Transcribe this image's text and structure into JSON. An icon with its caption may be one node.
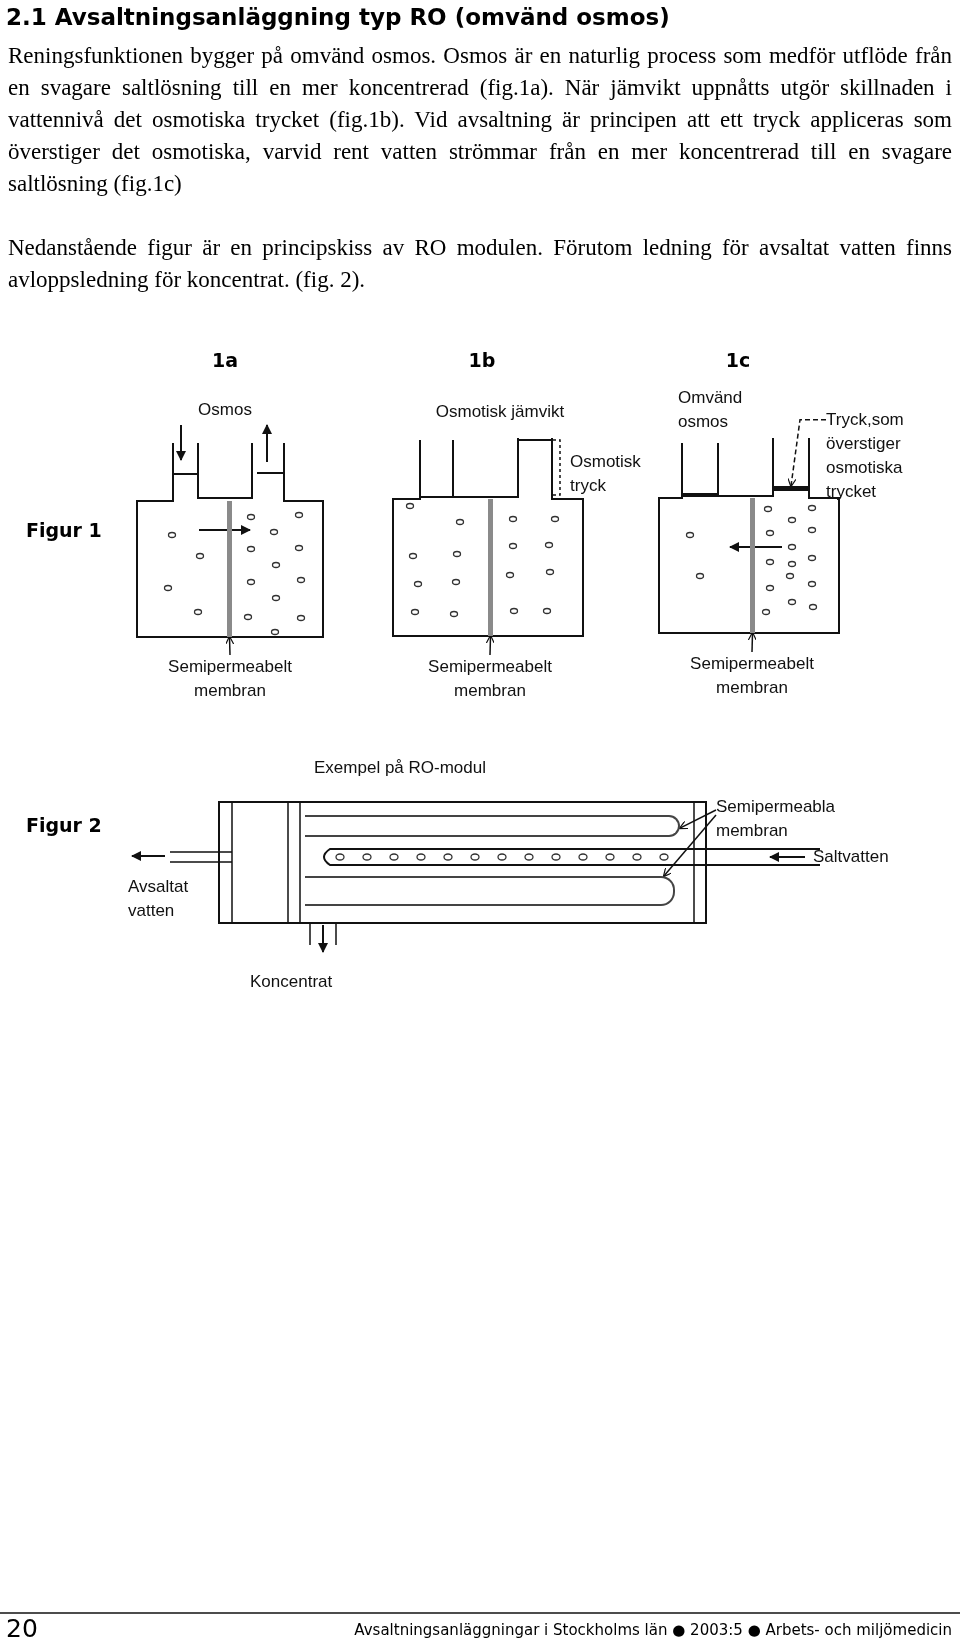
{
  "diagram": {
    "title": "2.1 Avsaltningsanläggning typ RO (omvänd osmos)",
    "nodes": [
      {
        "text": [
          "Tryck,som överstiger osmotiska trycket"
        ]
      },
      {
        "text": [],
        "shape": "bar"
      },
      {
        "text": [],
        "shape": "bar"
      },
      {
        "text": [],
        "shape": "bar"
      },
      {
        "text": [],
        "shape": "bar"
      },
      {
        "text": [
          "Semipermeabelt membran"
        ]
      },
      {
        "text": [
          "Semipermeabelt membran"
        ]
      },
      {
        "text": [
          "Semipermeabelt membran"
        ]
      },
      {
        "text": [
          "Semipermeabla membran"
        ]
      },
      {
        "text": [],
        "shape": "box"
      },
      {
        "text": [],
        "shape": "box"
      }
    ],
    "edges": [
      {
        "from": 0,
        "to": 1,
        "arrow": "to",
        "style": "dashed"
      },
      {
        "from": 5,
        "to": 2,
        "arrow": "to"
      },
      {
        "from": 6,
        "to": 3,
        "arrow": "to"
      },
      {
        "from": 7,
        "to": 4,
        "arrow": "to"
      },
      {
        "from": 8,
        "to": 9,
        "arrow": "to"
      },
      {
        "from": 8,
        "to": 10,
        "arrow": "to"
      }
    ],
    "labels": [
      "Reningsfunktionen bygger på omvänd osmos. Osmos är en naturlig process som medför utflöde från en svagare saltlösning till en mer koncentrerad (fig.1a). När jämvikt uppnåtts utgör skillnaden i vattennivå det osmotiska trycket (fig.1b). Vid avsaltning är principen att ett tryck appliceras som överstiger det osmotiska, varvid rent vatten strömmar från en mer koncentrerad till en svagare saltlösning (fig.1c)",
      "Nedanstående figur är en principskiss av RO modulen. Förutom ledning för avsaltat vatten finns avloppsledning för koncentrat. (fig. 2).",
      "1a",
      "1b",
      "1c",
      "Omvänd osmos",
      "Osmos",
      "Osmotisk jämvikt",
      "Osmotisk tryck",
      "Figur 1",
      "Exempel på RO-modul",
      "Figur 2",
      "Saltvatten",
      "Avsaltat vatten",
      "Koncentrat",
      "20",
      "Avsaltningsanläggningar i Stockholms län ● 2003:5 ● Arbets- och miljömedicin"
    ]
  }
}
